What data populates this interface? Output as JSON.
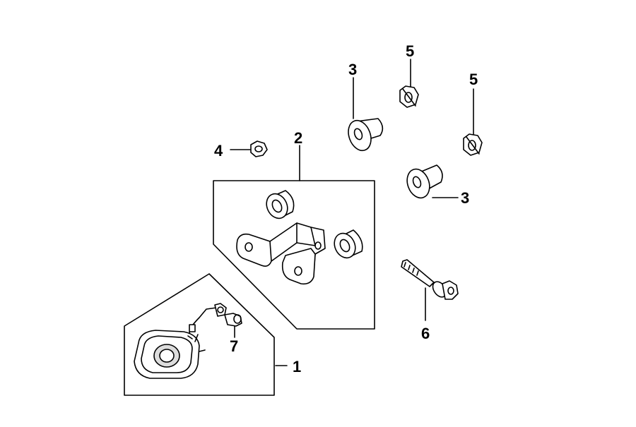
{
  "diagram": {
    "callouts": {
      "taillight_assembly": "1",
      "bracket_kit": "2",
      "bushing_upper": "3",
      "bushing_lower": "3",
      "nut_left": "4",
      "nut_top": "5",
      "nut_right": "5",
      "flange_bolt": "6",
      "bulb": "7"
    },
    "line_color": "#000000",
    "fill_color": "#ffffff",
    "shade_color": "#dcdcdc"
  }
}
